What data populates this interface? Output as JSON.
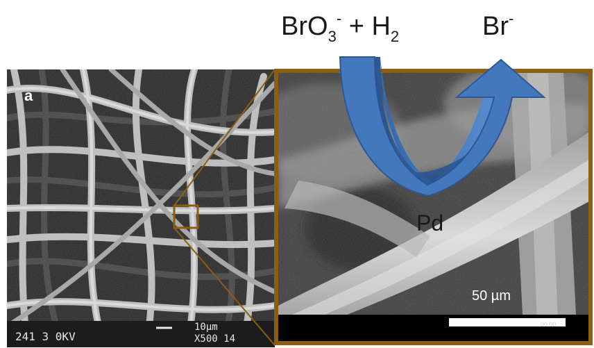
{
  "reaction": {
    "reactant_main": "BrO",
    "reactant_sub": "3",
    "reactant_sup": "-",
    "plus": " + H",
    "h2_sub": "2",
    "product_main": "Br",
    "product_sup": "-",
    "catalyst": "Pd"
  },
  "panel": {
    "label": "a",
    "sem_footer_left": "241 3 0KV",
    "sem_scale_label": "10µm",
    "sem_magnification": "X500 14",
    "zoom_scale_label": "50 µm",
    "zoom_footer_right": "00 00"
  },
  "colors": {
    "frame": "#8c5e12",
    "arrow_dark": "#3464a6",
    "arrow_light": "#4f82c4"
  }
}
